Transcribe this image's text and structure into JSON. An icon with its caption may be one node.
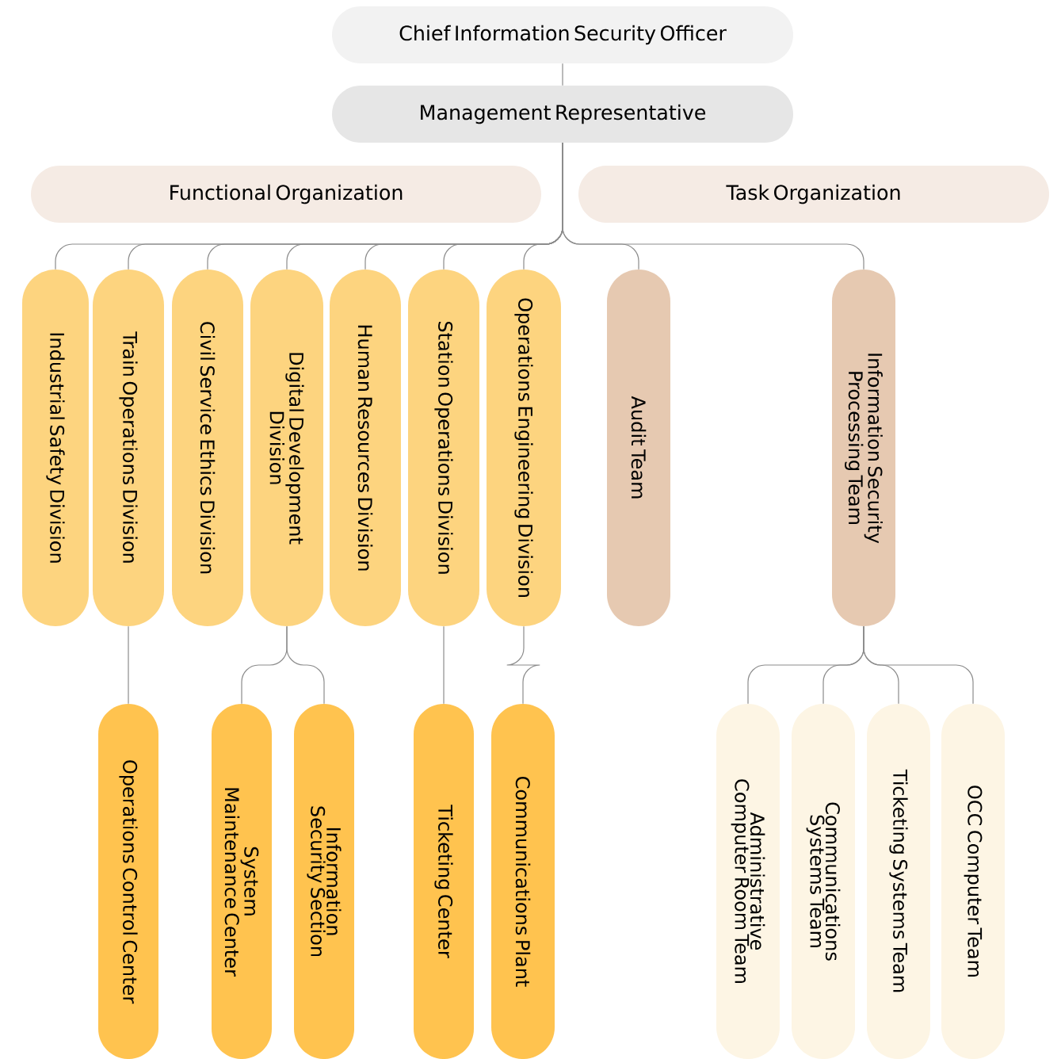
{
  "diagram": {
    "nodes": [
      {
        "text": [
          "Chief Information Security Officer"
        ]
      },
      {
        "text": [
          "Management Representative"
        ]
      },
      {
        "text": [
          "Functional Organization"
        ]
      },
      {
        "text": [
          "Task Organization"
        ]
      },
      {
        "text": [
          "Industrial Safety Division"
        ]
      },
      {
        "text": [
          "Train Operations Division"
        ]
      },
      {
        "text": [
          "Civil Service Ethics Division"
        ]
      },
      {
        "text": [
          "Digital Development Division"
        ]
      },
      {
        "text": [
          "Human Resources Division"
        ]
      },
      {
        "text": [
          "Station Operations Division"
        ]
      },
      {
        "text": [
          "Operations Engineering Division"
        ]
      },
      {
        "text": [
          "Audit Team"
        ]
      },
      {
        "text": [
          "Information Security Processing Team"
        ]
      },
      {
        "text": [
          "Operations Control Center"
        ]
      },
      {
        "text": [
          "System Maintenance Center"
        ]
      },
      {
        "text": [
          "Information Security Section"
        ]
      },
      {
        "text": [
          "Ticketing Center"
        ]
      },
      {
        "text": [
          "Communications Plant"
        ]
      },
      {
        "text": [
          "Administrative Computer Room Team"
        ]
      },
      {
        "text": [
          "Communications Systems Team"
        ]
      },
      {
        "text": [
          "Ticketing Systems Team"
        ]
      },
      {
        "text": [
          "OCC Computer Team"
        ]
      }
    ],
    "edges": [
      {
        "from": 0,
        "to": 1,
        "arrow": "none"
      },
      {
        "from": 1,
        "to": 4,
        "arrow": "none"
      },
      {
        "from": 1,
        "to": 5,
        "arrow": "none"
      },
      {
        "from": 1,
        "to": 6,
        "arrow": "none"
      },
      {
        "from": 1,
        "to": 7,
        "arrow": "none"
      },
      {
        "from": 1,
        "to": 8,
        "arrow": "none"
      },
      {
        "from": 1,
        "to": 9,
        "arrow": "none"
      },
      {
        "from": 1,
        "to": 10,
        "arrow": "none"
      },
      {
        "from": 1,
        "to": 11,
        "arrow": "none"
      },
      {
        "from": 1,
        "to": 12,
        "arrow": "none"
      },
      {
        "from": 5,
        "to": 13,
        "arrow": "none"
      },
      {
        "from": 7,
        "to": 14,
        "arrow": "none"
      },
      {
        "from": 7,
        "to": 15,
        "arrow": "none"
      },
      {
        "from": 9,
        "to": 16,
        "arrow": "none"
      },
      {
        "from": 10,
        "to": 17,
        "arrow": "none"
      },
      {
        "from": 12,
        "to": 18,
        "arrow": "none"
      },
      {
        "from": 12,
        "to": 19,
        "arrow": "none"
      },
      {
        "from": 12,
        "to": 20,
        "arrow": "none"
      },
      {
        "from": 12,
        "to": 21,
        "arrow": "none"
      }
    ]
  }
}
